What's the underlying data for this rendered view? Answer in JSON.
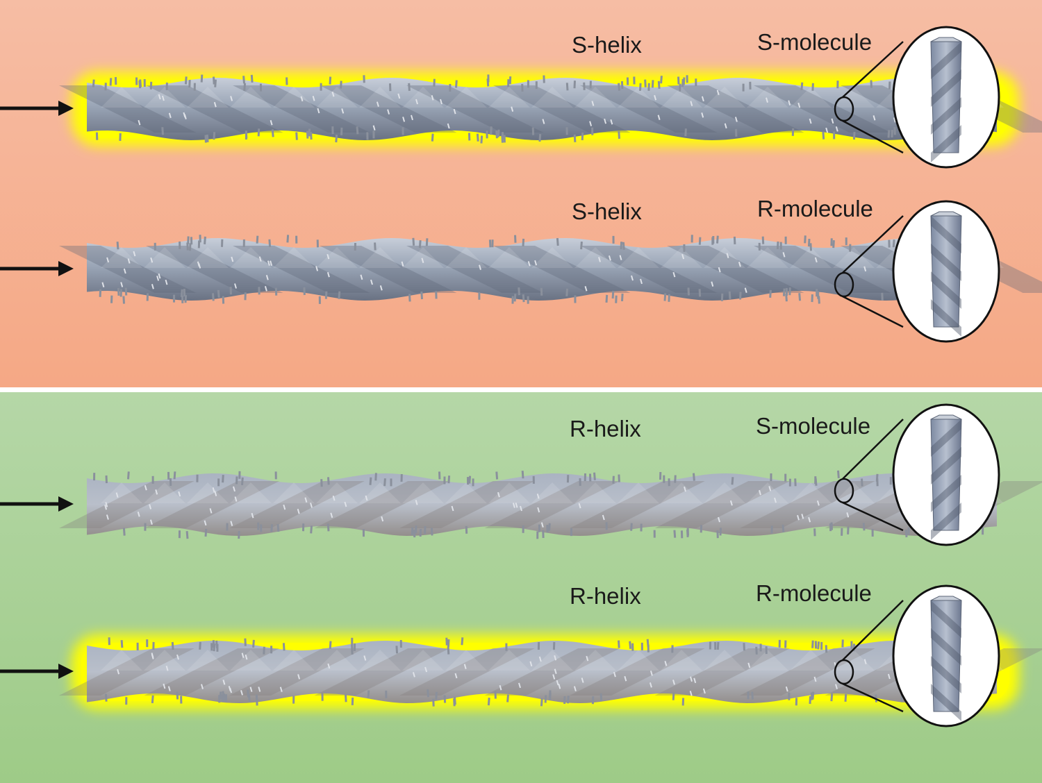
{
  "colors": {
    "s_panel": "#f5b193",
    "r_panel": "#a9d298",
    "glow": "#ffff00",
    "rod": "#8f99aa",
    "arrow": "#111111"
  },
  "rows": [
    {
      "helix_label": "S-helix",
      "molecule_label": "S-molecule",
      "glowing": true,
      "helix_handedness": "S",
      "molecule_handedness": "S"
    },
    {
      "helix_label": "S-helix",
      "molecule_label": "R-molecule",
      "glowing": false,
      "helix_handedness": "S",
      "molecule_handedness": "R"
    },
    {
      "helix_label": "R-helix",
      "molecule_label": "S-molecule",
      "glowing": false,
      "helix_handedness": "R",
      "molecule_handedness": "S"
    },
    {
      "helix_label": "R-helix",
      "molecule_label": "R-molecule",
      "glowing": true,
      "helix_handedness": "R",
      "molecule_handedness": "R"
    }
  ],
  "icons": [
    "arrow-right-icon",
    "magnifier-oval-icon",
    "twisted-molecule-icon"
  ]
}
